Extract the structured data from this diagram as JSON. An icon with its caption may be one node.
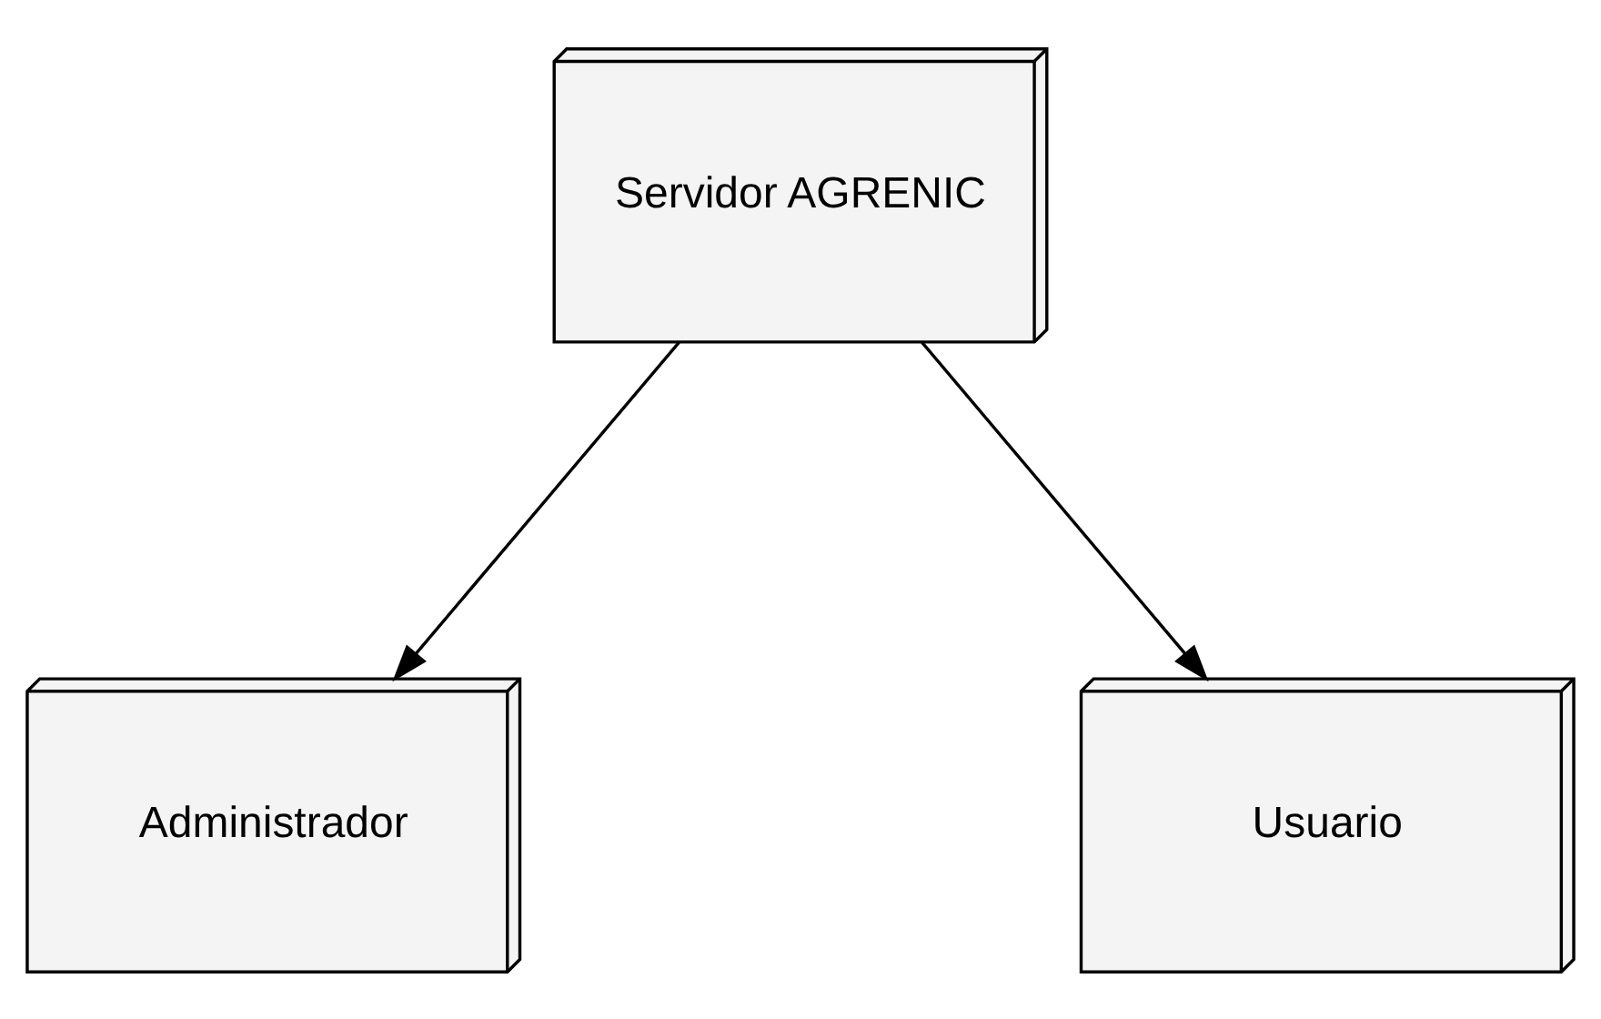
{
  "diagram": {
    "nodes": [
      {
        "text": [
          "Servidor AGRENIC"
        ]
      },
      {
        "text": [
          "Administrador"
        ]
      },
      {
        "text": [
          "Usuario"
        ]
      }
    ],
    "edges": [
      {
        "from": 0,
        "to": 1,
        "arrow": "to"
      },
      {
        "from": 0,
        "to": 2,
        "arrow": "to"
      }
    ]
  }
}
